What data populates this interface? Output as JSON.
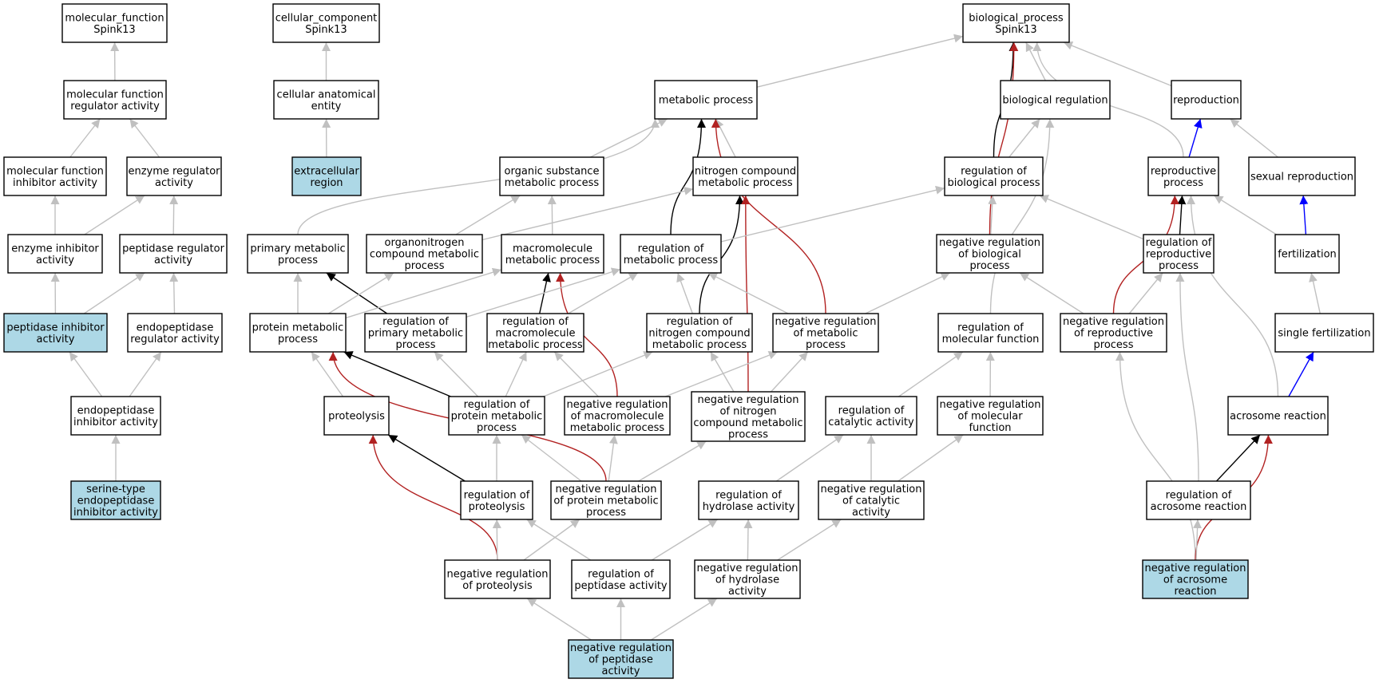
{
  "colors": {
    "node_fill": "#ffffff",
    "node_highlight_fill": "#add8e6",
    "node_stroke": "#000000",
    "edge_is_a": "#c0c0c0",
    "edge_regulates": "#000000",
    "edge_negatively_regulates": "#b22222",
    "edge_part_of": "#0000ff"
  },
  "nodes": [
    {
      "id": "mf",
      "lines": [
        "molecular_function",
        "Spink13"
      ],
      "highlight": false
    },
    {
      "id": "cc",
      "lines": [
        "cellular_component",
        "Spink13"
      ],
      "highlight": false
    },
    {
      "id": "bp",
      "lines": [
        "biological_process",
        "Spink13"
      ],
      "highlight": false
    },
    {
      "id": "mfra",
      "lines": [
        "molecular function",
        "regulator activity"
      ],
      "highlight": false
    },
    {
      "id": "cae",
      "lines": [
        "cellular anatomical",
        "entity"
      ],
      "highlight": false
    },
    {
      "id": "metab",
      "lines": [
        "metabolic process"
      ],
      "highlight": false
    },
    {
      "id": "bioreg",
      "lines": [
        "biological regulation"
      ],
      "highlight": false
    },
    {
      "id": "repro",
      "lines": [
        "reproduction"
      ],
      "highlight": false
    },
    {
      "id": "mfia",
      "lines": [
        "molecular function",
        "inhibitor activity"
      ],
      "highlight": false
    },
    {
      "id": "era",
      "lines": [
        "enzyme regulator",
        "activity"
      ],
      "highlight": false
    },
    {
      "id": "extra",
      "lines": [
        "extracellular",
        "region"
      ],
      "highlight": true
    },
    {
      "id": "osmp",
      "lines": [
        "organic substance",
        "metabolic process"
      ],
      "highlight": false
    },
    {
      "id": "ncmp",
      "lines": [
        "nitrogen compound",
        "metabolic process"
      ],
      "highlight": false
    },
    {
      "id": "rbp",
      "lines": [
        "regulation of",
        "biological process"
      ],
      "highlight": false
    },
    {
      "id": "rp",
      "lines": [
        "reproductive",
        "process"
      ],
      "highlight": false
    },
    {
      "id": "sr",
      "lines": [
        "sexual reproduction"
      ],
      "highlight": false
    },
    {
      "id": "eia",
      "lines": [
        "enzyme inhibitor",
        "activity"
      ],
      "highlight": false
    },
    {
      "id": "pra",
      "lines": [
        "peptidase regulator",
        "activity"
      ],
      "highlight": false
    },
    {
      "id": "pmp",
      "lines": [
        "primary metabolic",
        "process"
      ],
      "highlight": false
    },
    {
      "id": "ocmp",
      "lines": [
        "organonitrogen",
        "compound metabolic",
        "process"
      ],
      "highlight": false
    },
    {
      "id": "mmp",
      "lines": [
        "macromolecule",
        "metabolic process"
      ],
      "highlight": false
    },
    {
      "id": "rmp",
      "lines": [
        "regulation of",
        "metabolic process"
      ],
      "highlight": false
    },
    {
      "id": "nrbp",
      "lines": [
        "negative regulation",
        "of biological",
        "process"
      ],
      "highlight": false
    },
    {
      "id": "rrp",
      "lines": [
        "regulation of",
        "reproductive",
        "process"
      ],
      "highlight": false
    },
    {
      "id": "fert",
      "lines": [
        "fertilization"
      ],
      "highlight": false
    },
    {
      "id": "pia",
      "lines": [
        "peptidase inhibitor",
        "activity"
      ],
      "highlight": true
    },
    {
      "id": "epra",
      "lines": [
        "endopeptidase",
        "regulator activity"
      ],
      "highlight": false
    },
    {
      "id": "protmp",
      "lines": [
        "protein metabolic",
        "process"
      ],
      "highlight": false
    },
    {
      "id": "rpmp",
      "lines": [
        "regulation of",
        "primary metabolic",
        "process"
      ],
      "highlight": false
    },
    {
      "id": "rmmp",
      "lines": [
        "regulation of",
        "macromolecule",
        "metabolic process"
      ],
      "highlight": false
    },
    {
      "id": "rncmp",
      "lines": [
        "regulation of",
        "nitrogen compound",
        "metabolic process"
      ],
      "highlight": false
    },
    {
      "id": "nrmp",
      "lines": [
        "negative regulation",
        "of metabolic",
        "process"
      ],
      "highlight": false
    },
    {
      "id": "rmf",
      "lines": [
        "regulation of",
        "molecular function"
      ],
      "highlight": false
    },
    {
      "id": "nrrp",
      "lines": [
        "negative regulation",
        "of reproductive",
        "process"
      ],
      "highlight": false
    },
    {
      "id": "sf",
      "lines": [
        "single fertilization"
      ],
      "highlight": false
    },
    {
      "id": "eiact",
      "lines": [
        "endopeptidase",
        "inhibitor activity"
      ],
      "highlight": false
    },
    {
      "id": "proteo",
      "lines": [
        "proteolysis"
      ],
      "highlight": false
    },
    {
      "id": "rprotmp",
      "lines": [
        "regulation of",
        "protein metabolic",
        "process"
      ],
      "highlight": false
    },
    {
      "id": "nrmmp",
      "lines": [
        "negative regulation",
        "of macromolecule",
        "metabolic process"
      ],
      "highlight": false
    },
    {
      "id": "nrncmp",
      "lines": [
        "negative regulation",
        "of nitrogen",
        "compound metabolic",
        "process"
      ],
      "highlight": false
    },
    {
      "id": "rca",
      "lines": [
        "regulation of",
        "catalytic activity"
      ],
      "highlight": false
    },
    {
      "id": "nrmf",
      "lines": [
        "negative regulation",
        "of molecular",
        "function"
      ],
      "highlight": false
    },
    {
      "id": "ar",
      "lines": [
        "acrosome reaction"
      ],
      "highlight": false
    },
    {
      "id": "steia",
      "lines": [
        "serine-type",
        "endopeptidase",
        "inhibitor activity"
      ],
      "highlight": true
    },
    {
      "id": "rproteo",
      "lines": [
        "regulation of",
        "proteolysis"
      ],
      "highlight": false
    },
    {
      "id": "nrprotmp",
      "lines": [
        "negative regulation",
        "of protein metabolic",
        "process"
      ],
      "highlight": false
    },
    {
      "id": "rha",
      "lines": [
        "regulation of",
        "hydrolase activity"
      ],
      "highlight": false
    },
    {
      "id": "nrca",
      "lines": [
        "negative regulation",
        "of catalytic",
        "activity"
      ],
      "highlight": false
    },
    {
      "id": "rar",
      "lines": [
        "regulation of",
        "acrosome reaction"
      ],
      "highlight": false
    },
    {
      "id": "nrproteo",
      "lines": [
        "negative regulation",
        "of proteolysis"
      ],
      "highlight": false
    },
    {
      "id": "rpa",
      "lines": [
        "regulation of",
        "peptidase activity"
      ],
      "highlight": false
    },
    {
      "id": "nrha",
      "lines": [
        "negative regulation",
        "of hydrolase",
        "activity"
      ],
      "highlight": false
    },
    {
      "id": "nrar",
      "lines": [
        "negative regulation",
        "of acrosome",
        "reaction"
      ],
      "highlight": true
    },
    {
      "id": "nrpa",
      "lines": [
        "negative regulation",
        "of peptidase",
        "activity"
      ],
      "highlight": true
    }
  ],
  "edges": [
    {
      "from": "mfra",
      "to": "mf",
      "type": "is_a"
    },
    {
      "from": "cae",
      "to": "cc",
      "type": "is_a"
    },
    {
      "from": "extra",
      "to": "cae",
      "type": "is_a"
    },
    {
      "from": "mfia",
      "to": "mfra",
      "type": "is_a"
    },
    {
      "from": "era",
      "to": "mfra",
      "type": "is_a"
    },
    {
      "from": "eia",
      "to": "mfia",
      "type": "is_a"
    },
    {
      "from": "eia",
      "to": "era",
      "type": "is_a"
    },
    {
      "from": "pra",
      "to": "era",
      "type": "is_a"
    },
    {
      "from": "pia",
      "to": "eia",
      "type": "is_a"
    },
    {
      "from": "pia",
      "to": "pra",
      "type": "is_a"
    },
    {
      "from": "epra",
      "to": "pra",
      "type": "is_a"
    },
    {
      "from": "eiact",
      "to": "pia",
      "type": "is_a"
    },
    {
      "from": "eiact",
      "to": "epra",
      "type": "is_a"
    },
    {
      "from": "steia",
      "to": "eiact",
      "type": "is_a"
    },
    {
      "from": "metab",
      "to": "bp",
      "type": "is_a"
    },
    {
      "from": "bioreg",
      "to": "bp",
      "type": "is_a"
    },
    {
      "from": "repro",
      "to": "bp",
      "type": "is_a"
    },
    {
      "from": "rp",
      "to": "bp",
      "type": "is_a"
    },
    {
      "from": "rbp",
      "to": "bp",
      "type": "regulates"
    },
    {
      "from": "nrbp",
      "to": "bp",
      "type": "negatively_regulates"
    },
    {
      "from": "osmp",
      "to": "metab",
      "type": "is_a"
    },
    {
      "from": "ncmp",
      "to": "metab",
      "type": "is_a"
    },
    {
      "from": "pmp",
      "to": "metab",
      "type": "is_a"
    },
    {
      "from": "rmp",
      "to": "metab",
      "type": "regulates"
    },
    {
      "from": "nrmp",
      "to": "metab",
      "type": "negatively_regulates"
    },
    {
      "from": "rbp",
      "to": "bioreg",
      "type": "is_a"
    },
    {
      "from": "rmf",
      "to": "bioreg",
      "type": "is_a"
    },
    {
      "from": "rp",
      "to": "repro",
      "type": "part_of"
    },
    {
      "from": "sr",
      "to": "repro",
      "type": "is_a"
    },
    {
      "from": "ocmp",
      "to": "osmp",
      "type": "is_a"
    },
    {
      "from": "mmp",
      "to": "osmp",
      "type": "is_a"
    },
    {
      "from": "ocmp",
      "to": "ncmp",
      "type": "is_a"
    },
    {
      "from": "rncmp",
      "to": "ncmp",
      "type": "regulates"
    },
    {
      "from": "nrncmp",
      "to": "ncmp",
      "type": "negatively_regulates"
    },
    {
      "from": "rmp",
      "to": "rbp",
      "type": "is_a"
    },
    {
      "from": "nrbp",
      "to": "rbp",
      "type": "is_a"
    },
    {
      "from": "rrp",
      "to": "rbp",
      "type": "is_a"
    },
    {
      "from": "rrp",
      "to": "rp",
      "type": "regulates"
    },
    {
      "from": "nrrp",
      "to": "rp",
      "type": "negatively_regulates"
    },
    {
      "from": "fert",
      "to": "rp",
      "type": "is_a"
    },
    {
      "from": "ar",
      "to": "rp",
      "type": "is_a"
    },
    {
      "from": "fert",
      "to": "sr",
      "type": "part_of"
    },
    {
      "from": "protmp",
      "to": "pmp",
      "type": "is_a"
    },
    {
      "from": "rpmp",
      "to": "pmp",
      "type": "regulates"
    },
    {
      "from": "protmp",
      "to": "ocmp",
      "type": "is_a"
    },
    {
      "from": "protmp",
      "to": "mmp",
      "type": "is_a"
    },
    {
      "from": "rmmp",
      "to": "mmp",
      "type": "regulates"
    },
    {
      "from": "nrmmp",
      "to": "mmp",
      "type": "negatively_regulates"
    },
    {
      "from": "rpmp",
      "to": "rmp",
      "type": "is_a"
    },
    {
      "from": "rmmp",
      "to": "rmp",
      "type": "is_a"
    },
    {
      "from": "rncmp",
      "to": "rmp",
      "type": "is_a"
    },
    {
      "from": "nrmp",
      "to": "rmp",
      "type": "is_a"
    },
    {
      "from": "nrmp",
      "to": "nrbp",
      "type": "is_a"
    },
    {
      "from": "nrrp",
      "to": "nrbp",
      "type": "is_a"
    },
    {
      "from": "nrrp",
      "to": "rrp",
      "type": "is_a"
    },
    {
      "from": "rar",
      "to": "rrp",
      "type": "is_a"
    },
    {
      "from": "sf",
      "to": "fert",
      "type": "is_a"
    },
    {
      "from": "proteo",
      "to": "protmp",
      "type": "is_a"
    },
    {
      "from": "rprotmp",
      "to": "protmp",
      "type": "regulates"
    },
    {
      "from": "nrprotmp",
      "to": "protmp",
      "type": "negatively_regulates"
    },
    {
      "from": "rprotmp",
      "to": "rpmp",
      "type": "is_a"
    },
    {
      "from": "rprotmp",
      "to": "rmmp",
      "type": "is_a"
    },
    {
      "from": "nrmmp",
      "to": "rmmp",
      "type": "is_a"
    },
    {
      "from": "rprotmp",
      "to": "rncmp",
      "type": "is_a"
    },
    {
      "from": "nrmmp",
      "to": "nrmp",
      "type": "is_a"
    },
    {
      "from": "nrncmp",
      "to": "nrmp",
      "type": "is_a"
    },
    {
      "from": "nrncmp",
      "to": "rncmp",
      "type": "is_a"
    },
    {
      "from": "rca",
      "to": "rmf",
      "type": "is_a"
    },
    {
      "from": "nrmf",
      "to": "rmf",
      "type": "is_a"
    },
    {
      "from": "nrar",
      "to": "nrrp",
      "type": "is_a"
    },
    {
      "from": "ar",
      "to": "sf",
      "type": "part_of"
    },
    {
      "from": "rproteo",
      "to": "proteo",
      "type": "regulates"
    },
    {
      "from": "nrproteo",
      "to": "proteo",
      "type": "negatively_regulates"
    },
    {
      "from": "rproteo",
      "to": "rprotmp",
      "type": "is_a"
    },
    {
      "from": "nrprotmp",
      "to": "rprotmp",
      "type": "is_a"
    },
    {
      "from": "nrprotmp",
      "to": "nrmmp",
      "type": "is_a"
    },
    {
      "from": "nrprotmp",
      "to": "nrncmp",
      "type": "is_a"
    },
    {
      "from": "rha",
      "to": "rca",
      "type": "is_a"
    },
    {
      "from": "nrca",
      "to": "rca",
      "type": "is_a"
    },
    {
      "from": "nrca",
      "to": "nrmf",
      "type": "is_a"
    },
    {
      "from": "rar",
      "to": "ar",
      "type": "regulates"
    },
    {
      "from": "nrar",
      "to": "ar",
      "type": "negatively_regulates"
    },
    {
      "from": "nrproteo",
      "to": "rproteo",
      "type": "is_a"
    },
    {
      "from": "nrproteo",
      "to": "nrprotmp",
      "type": "is_a"
    },
    {
      "from": "rpa",
      "to": "rproteo",
      "type": "is_a"
    },
    {
      "from": "rpa",
      "to": "rha",
      "type": "is_a"
    },
    {
      "from": "nrha",
      "to": "rha",
      "type": "is_a"
    },
    {
      "from": "nrha",
      "to": "nrca",
      "type": "is_a"
    },
    {
      "from": "nrar",
      "to": "rar",
      "type": "is_a"
    },
    {
      "from": "nrpa",
      "to": "nrproteo",
      "type": "is_a"
    },
    {
      "from": "nrpa",
      "to": "rpa",
      "type": "is_a"
    },
    {
      "from": "nrpa",
      "to": "nrha",
      "type": "is_a"
    }
  ]
}
